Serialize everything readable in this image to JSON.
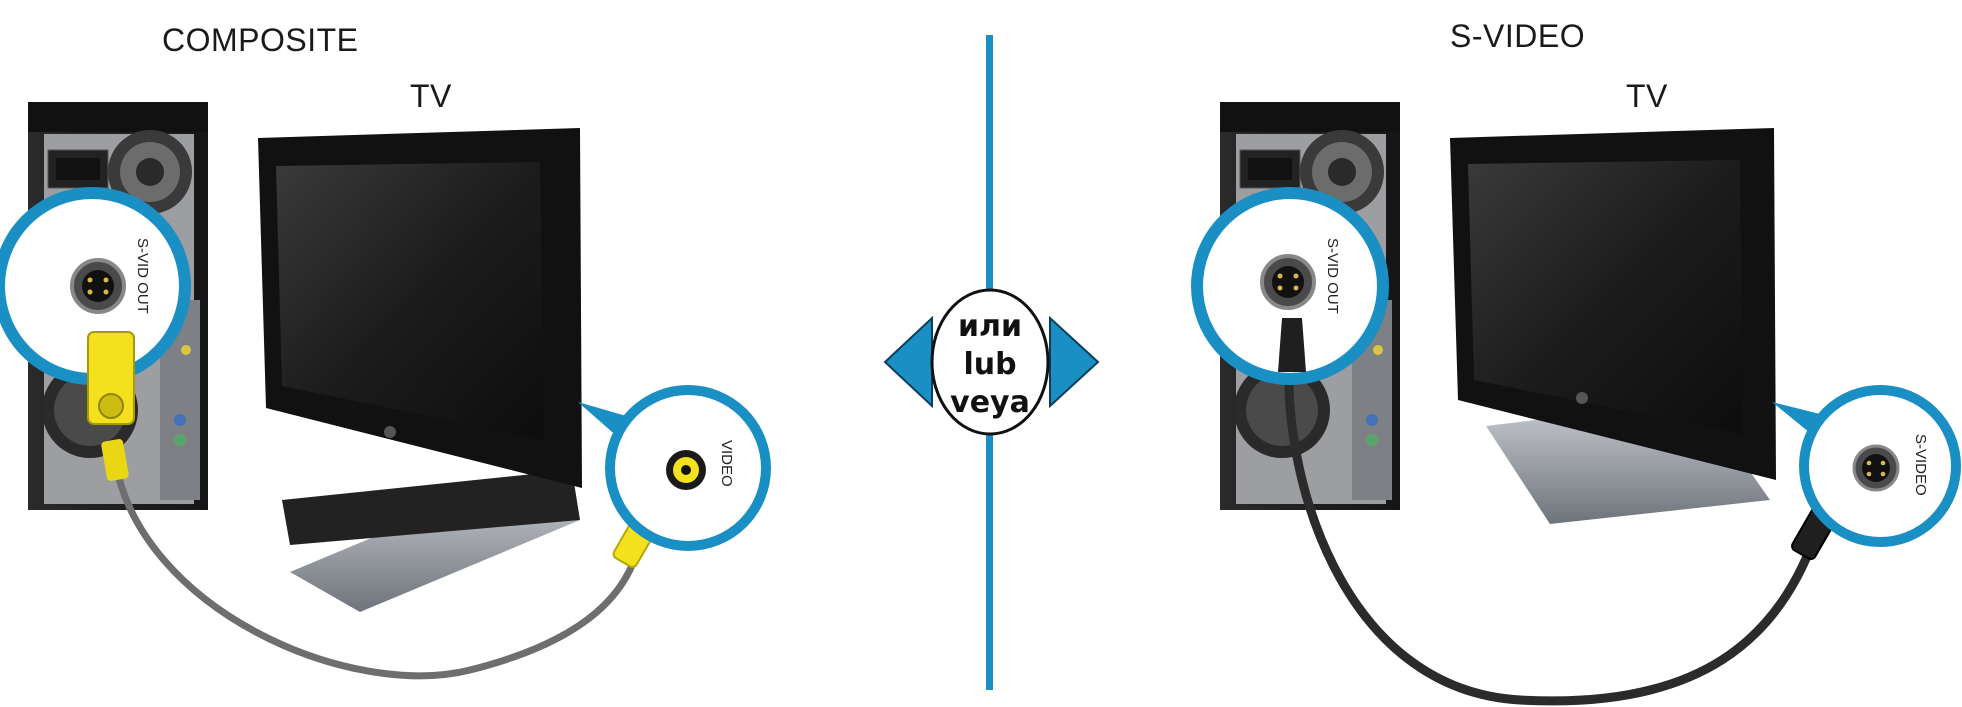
{
  "left_panel": {
    "title": "COMPOSITE",
    "tv_label": "TV",
    "pc_port_label": "S-VID OUT",
    "tv_port_label": "VIDEO"
  },
  "divider": {
    "or_words": [
      "или",
      "lub",
      "veya"
    ]
  },
  "right_panel": {
    "title": "S-VIDEO",
    "tv_label": "TV",
    "pc_port_label": "S-VID OUT",
    "tv_port_label": "S-VIDEO"
  },
  "colors": {
    "accent": "#1a8fc4",
    "cable_composite": "#6e6e6e",
    "plug_composite": "#f2e11c",
    "cable_svideo": "#2b2b2b"
  }
}
